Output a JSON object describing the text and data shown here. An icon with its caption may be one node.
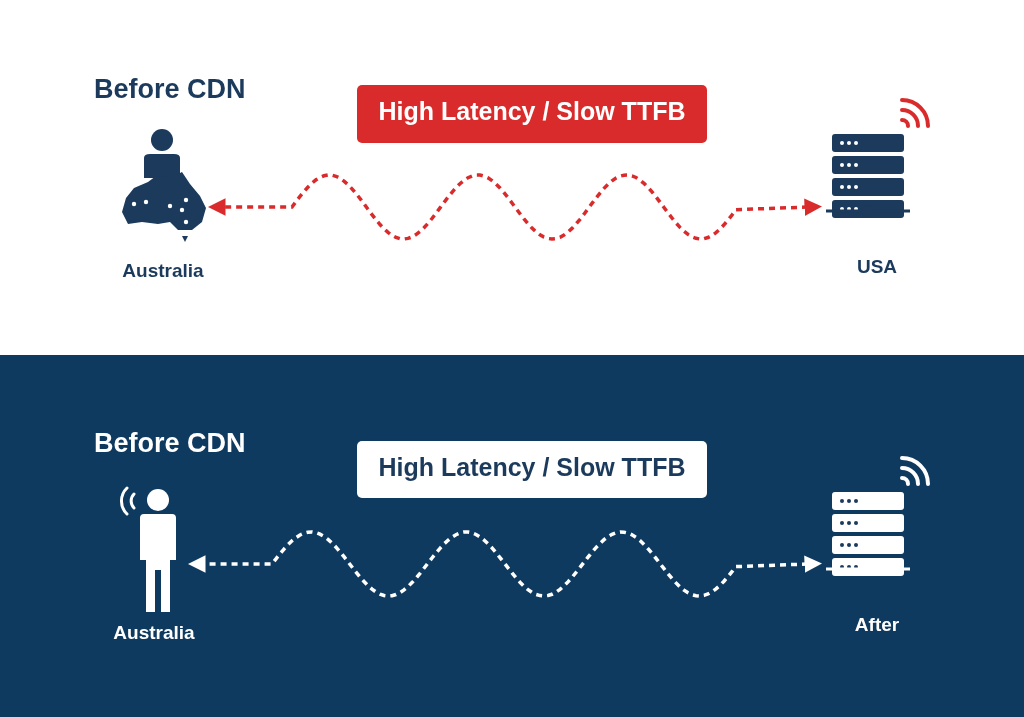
{
  "diagram": {
    "nodes": [
      {
        "text": [
          "Australia"
        ]
      },
      {
        "text": [
          "USA"
        ]
      },
      {
        "text": [
          "Australia"
        ]
      },
      {
        "text": [
          "After"
        ]
      }
    ],
    "edges": [
      {
        "from": 1,
        "to": 0,
        "arrow": "both",
        "style": "dashed",
        "color": "#d92b2b"
      },
      {
        "from": 3,
        "to": 2,
        "arrow": "both",
        "style": "dashed",
        "color": "#ffffff"
      }
    ],
    "labels": [
      "Before CDN",
      "High Latency / Slow TTFB",
      "Before CDN",
      "High Latency / Slow TTFB"
    ]
  }
}
